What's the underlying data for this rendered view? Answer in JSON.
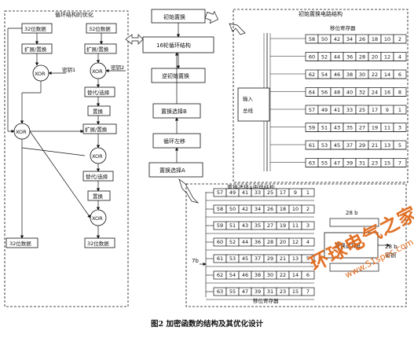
{
  "left": {
    "title": "循环结构的优化",
    "col1": [
      "32位数据",
      "扩展/置换",
      "XOR",
      "密钥1"
    ],
    "col2": [
      "32位数据",
      "扩展/置换",
      "XOR",
      "密钥2",
      "替代/选择",
      "置换",
      "扩展/置换",
      "XOR",
      "替代/选择",
      "置换",
      "XOR",
      "32位数据"
    ],
    "xor_mid": "XOR",
    "out1": "32位数据"
  },
  "center": {
    "initial_perm": "初始置换",
    "round16": "16轮循环结构",
    "inverse_perm": "逆初始置换",
    "perm_select_b": "置换选择B",
    "cyclic_shift": "循环左移",
    "perm_select_a": "置换选择A"
  },
  "right_top": {
    "title": "初始置换电路结构",
    "reg_label": "移位寄存器",
    "input_bus": "输入总线",
    "rows": [
      [
        "58",
        "50",
        "42",
        "34",
        "26",
        "18",
        "10",
        "2"
      ],
      [
        "60",
        "52",
        "44",
        "36",
        "28",
        "20",
        "12",
        "4"
      ],
      [
        "62",
        "54",
        "46",
        "38",
        "30",
        "22",
        "14",
        "6"
      ],
      [
        "64",
        "56",
        "48",
        "40",
        "32",
        "24",
        "16",
        "8"
      ],
      [
        "57",
        "49",
        "41",
        "33",
        "25",
        "17",
        "9",
        "1"
      ],
      [
        "59",
        "51",
        "43",
        "35",
        "27",
        "19",
        "11",
        "3"
      ],
      [
        "61",
        "53",
        "45",
        "37",
        "29",
        "21",
        "13",
        "5"
      ],
      [
        "63",
        "55",
        "47",
        "39",
        "31",
        "23",
        "15",
        "7"
      ]
    ]
  },
  "right_bottom": {
    "title": "置换选择A电路结构",
    "reg_label": "移位寄存器",
    "label_7b": "7b",
    "label_28b_top": "28 b",
    "label_28b_right": "28 b",
    "label_key": "密钥",
    "perm_select_b": "置换选择B",
    "rows": [
      [
        "57",
        "49",
        "41",
        "33",
        "25",
        "17",
        "9",
        "1"
      ],
      [
        "58",
        "50",
        "42",
        "34",
        "26",
        "18",
        "10",
        "2"
      ],
      [
        "59",
        "51",
        "43",
        "35",
        "27",
        "19",
        "11",
        "3"
      ],
      [
        "60",
        "52",
        "44",
        "36",
        "28",
        "20",
        "12",
        "4"
      ],
      [
        "61",
        "53",
        "45",
        "37",
        "29",
        "21",
        "13",
        "5"
      ],
      [
        "62",
        "54",
        "46",
        "38",
        "30",
        "22",
        "14",
        "6"
      ],
      [
        "63",
        "55",
        "47",
        "39",
        "31",
        "23",
        "15",
        "7"
      ]
    ]
  },
  "caption": "图2  加密函数的结构及其优化设计",
  "watermark": "环球电气之家",
  "watermark_url": "www.51spec.com",
  "colors": {
    "ink": "#111111",
    "watermark": "#e06a1c"
  }
}
